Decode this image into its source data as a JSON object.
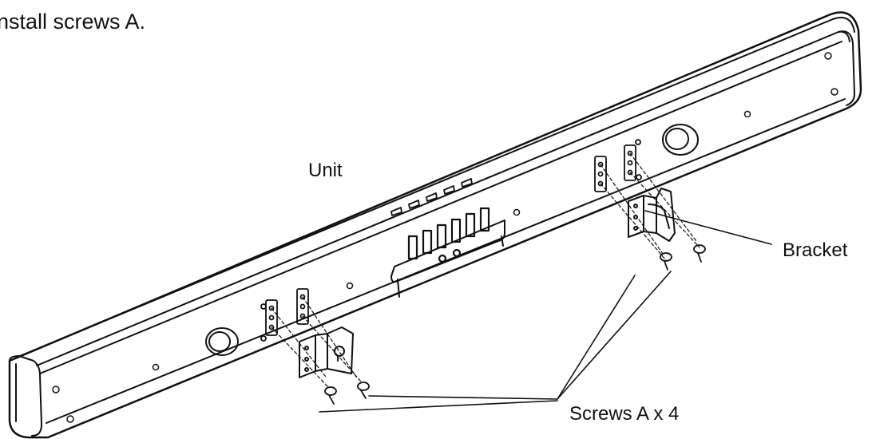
{
  "instruction": "nstall screws A.",
  "labels": {
    "unit": "Unit",
    "bracket": "Bracket",
    "screws": "Screws A x 4"
  }
}
